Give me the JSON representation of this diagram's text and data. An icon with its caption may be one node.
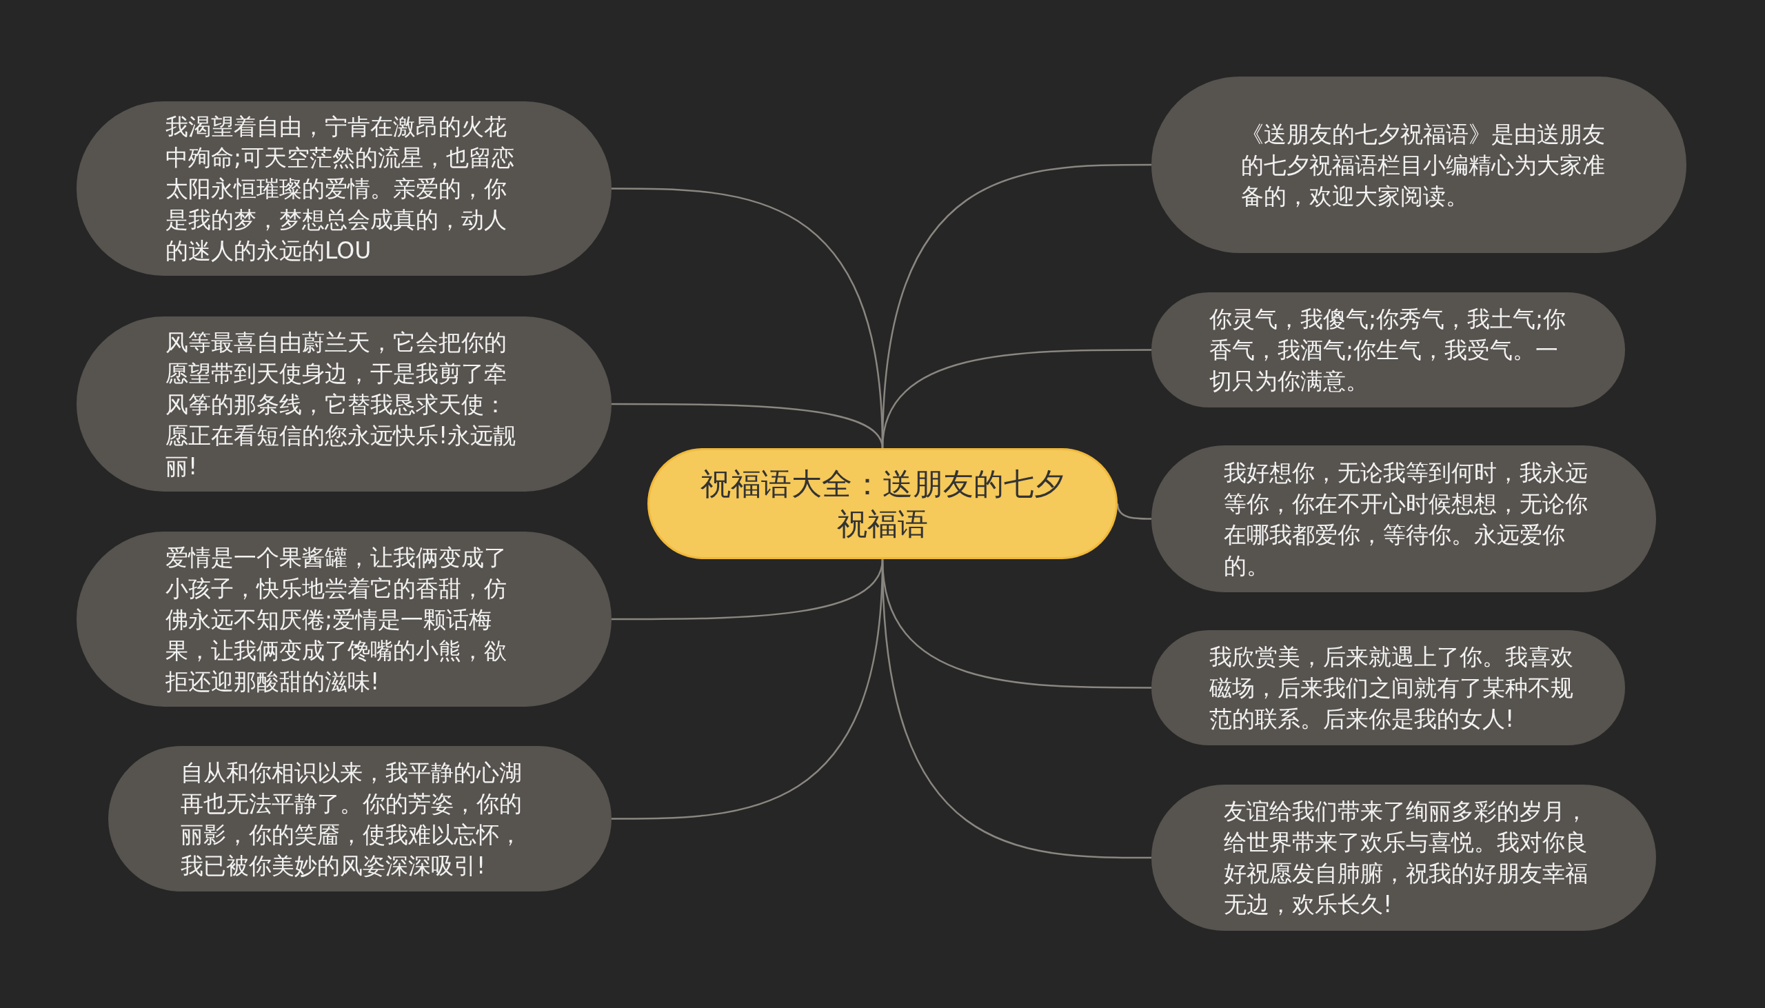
{
  "diagram": {
    "nodes": [
      {
        "text": [
          "祝福语大全：送朋友的七夕祝福语"
        ]
      },
      {
        "text": [
          "我渴望着自由，宁肯在激昂的火花中殉命;可天空茫然的流星，也留恋太阳永恒璀璨的爱情。亲爱的，你是我的梦，梦想总会成真的，动人的迷人的永远的LOU"
        ]
      },
      {
        "text": [
          "风等最喜自由蔚兰天，它会把你的愿望带到天使身边，于是我剪了牵风筝的那条线，它替我恳求天使：愿正在看短信的您永远快乐!永远靓丽!"
        ]
      },
      {
        "text": [
          "爱情是一个果酱罐，让我俩变成了小孩子，快乐地尝着它的香甜，仿佛永远不知厌倦;爱情是一颗话梅果，让我俩变成了馋嘴的小熊，欲拒还迎那酸甜的滋味!"
        ]
      },
      {
        "text": [
          "自从和你相识以来，我平静的心湖再也无法平静了。你的芳姿，你的丽影，你的笑靥，使我难以忘怀，我已被你美妙的风姿深深吸引!"
        ]
      },
      {
        "text": [
          "《送朋友的七夕祝福语》是由送朋友的七夕祝福语栏目小编精心为大家准备的，欢迎大家阅读。"
        ]
      },
      {
        "text": [
          "你灵气，我傻气;你秀气，我土气;你香气，我酒气;你生气，我受气。一切只为你满意。"
        ]
      },
      {
        "text": [
          "我好想你，无论我等到何时，我永远等你，你在不开心时候想想，无论你在哪我都爱你，等待你。永远爱你的。"
        ]
      },
      {
        "text": [
          "我欣赏美，后来就遇上了你。我喜欢磁场，后来我们之间就有了某种不规范的联系。后来你是我的女人!"
        ]
      },
      {
        "text": [
          "友谊给我们带来了绚丽多彩的岁月，给世界带来了欢乐与喜悦。我对你良好祝愿发自肺腑，祝我的好朋友幸福无边，欢乐长久!"
        ]
      }
    ],
    "edges": [
      {
        "from": 0,
        "to": 1,
        "arrow": "none"
      },
      {
        "from": 0,
        "to": 2,
        "arrow": "none"
      },
      {
        "from": 0,
        "to": 3,
        "arrow": "none"
      },
      {
        "from": 0,
        "to": 4,
        "arrow": "none"
      },
      {
        "from": 0,
        "to": 5,
        "arrow": "none"
      },
      {
        "from": 0,
        "to": 6,
        "arrow": "none"
      },
      {
        "from": 0,
        "to": 7,
        "arrow": "none"
      },
      {
        "from": 0,
        "to": 8,
        "arrow": "none"
      },
      {
        "from": 0,
        "to": 9,
        "arrow": "none"
      }
    ]
  }
}
